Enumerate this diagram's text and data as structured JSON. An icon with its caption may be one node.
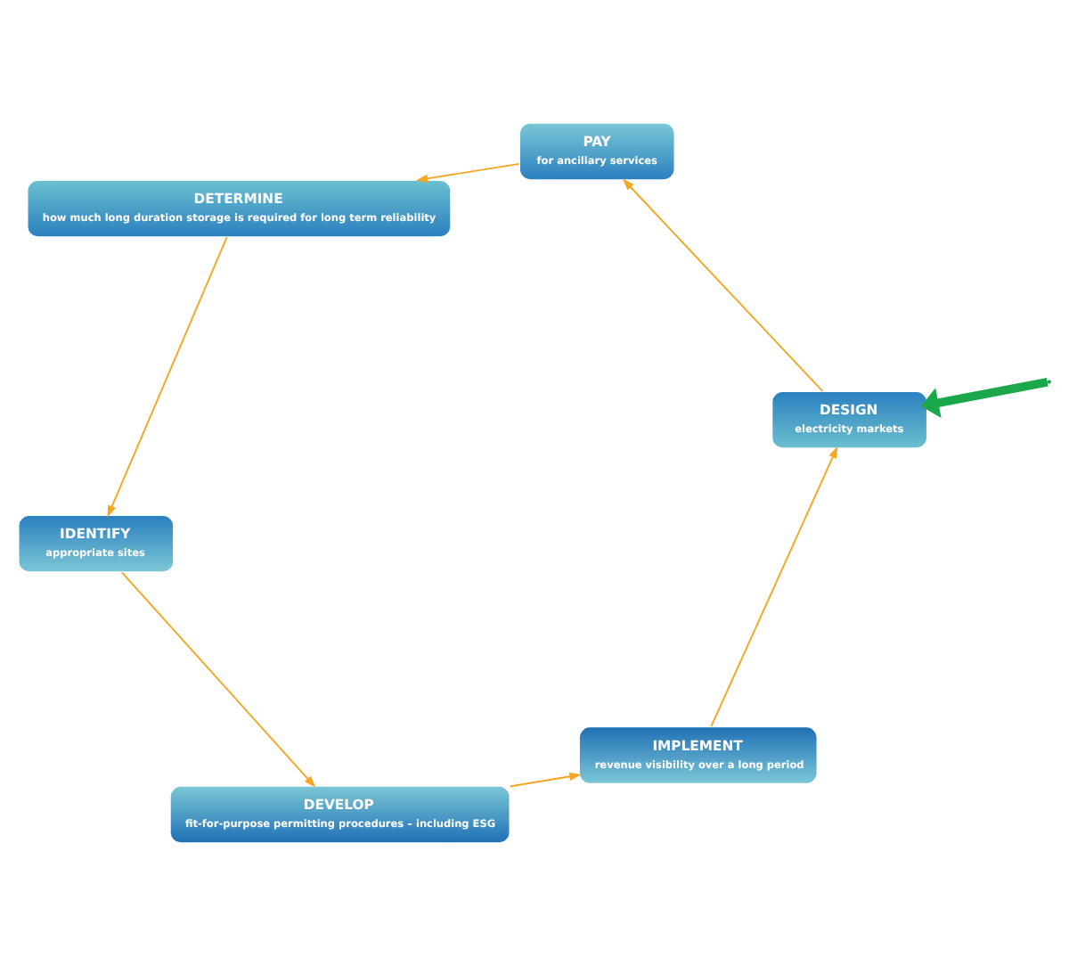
{
  "diagram": {
    "nodes": [
      {
        "text": [
          "DETERMINE",
          "how much long duration storage is required for long term reliability"
        ]
      },
      {
        "text": [
          "IDENTIFY",
          "appropriate sites"
        ]
      },
      {
        "text": [
          "DEVELOP",
          "fit-for-purpose permitting procedures – including ESG"
        ]
      },
      {
        "text": [
          "IMPLEMENT",
          "revenue visibility over a long period"
        ]
      },
      {
        "text": [
          "DESIGN",
          "electricity markets"
        ]
      },
      {
        "text": [
          "PAY",
          "for ancillary services"
        ]
      }
    ],
    "edges": [
      {
        "from": 0,
        "to": 1,
        "arrow": "to",
        "color": "#f5a623"
      },
      {
        "from": 1,
        "to": 2,
        "arrow": "to",
        "color": "#f5a623"
      },
      {
        "from": 2,
        "to": 3,
        "arrow": "to",
        "color": "#f5a623"
      },
      {
        "from": 3,
        "to": 4,
        "arrow": "to",
        "color": "#f5a623"
      },
      {
        "from": 4,
        "to": 5,
        "arrow": "to",
        "color": "#f5a623"
      },
      {
        "from": 5,
        "to": 0,
        "arrow": "to",
        "color": "#f5a623"
      },
      {
        "from": null,
        "to": 4,
        "arrow": "to",
        "style": "thick",
        "color": "#1aa84b"
      }
    ]
  }
}
